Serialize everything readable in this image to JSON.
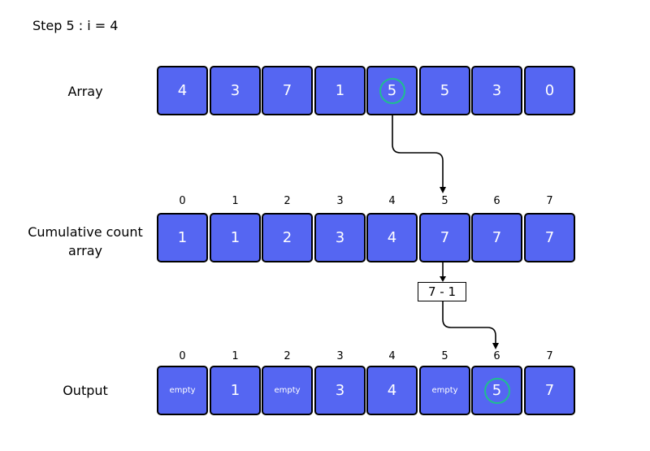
{
  "step_title": "Step 5 : i = 4",
  "labels": {
    "array": "Array",
    "cumulative": [
      "Cumulative count",
      "array"
    ],
    "output": "Output"
  },
  "array_values": [
    "4",
    "3",
    "7",
    "1",
    "5",
    "5",
    "3",
    "0"
  ],
  "indices": [
    "0",
    "1",
    "2",
    "3",
    "4",
    "5",
    "6",
    "7"
  ],
  "cumulative_values": [
    "1",
    "1",
    "2",
    "3",
    "4",
    "7",
    "7",
    "7"
  ],
  "output_values": [
    "empty",
    "1",
    "empty",
    "3",
    "4",
    "empty",
    "5",
    "7"
  ],
  "highlight": {
    "array_index": 4,
    "output_index": 6
  },
  "calc_text": "7 - 1",
  "colors": {
    "cell_fill": "#5566f2",
    "cell_border": "#000000",
    "highlight_ring": "#1fbf8f",
    "text_on_cell": "#ffffff"
  }
}
